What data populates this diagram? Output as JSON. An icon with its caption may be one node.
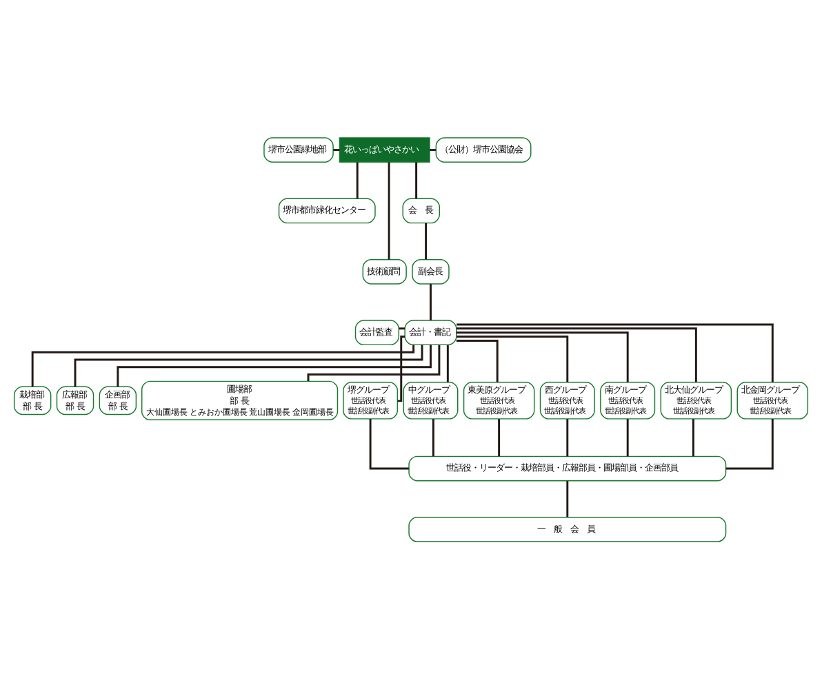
{
  "diagram": {
    "nodes": [
      {
        "text": [
          "堺市公園緑地部"
        ]
      },
      {
        "text": [
          "花いっぱいやさかい"
        ]
      },
      {
        "text": [
          "（公財）堺市公園協会"
        ]
      },
      {
        "text": [
          "堺市都市緑化センター"
        ]
      },
      {
        "text": [
          "技術顧問"
        ]
      },
      {
        "text": [
          "会　長"
        ]
      },
      {
        "text": [
          "副会長"
        ]
      },
      {
        "text": [
          "会計監査"
        ]
      },
      {
        "text": [
          "会計・書記"
        ]
      },
      {
        "text": [
          "栽培部",
          "部 長"
        ]
      },
      {
        "text": [
          "広報部",
          "部 長"
        ]
      },
      {
        "text": [
          "企画部",
          "部 長"
        ]
      },
      {
        "text": [
          "圃場部",
          "部 長",
          "大仙圃場長",
          "とみおか圃場長",
          "荒山圃場長",
          "金岡圃場長"
        ]
      },
      {
        "text": [
          "堺グループ",
          "世話役代表",
          "世話役副代表"
        ]
      },
      {
        "text": [
          "中グループ",
          "世話役代表",
          "世話役副代表"
        ]
      },
      {
        "text": [
          "東美原グループ",
          "世話役代表",
          "世話役副代表"
        ]
      },
      {
        "text": [
          "西グループ",
          "世話役代表",
          "世話役副代表"
        ]
      },
      {
        "text": [
          "南グループ",
          "世話役代表",
          "世話役副代表"
        ]
      },
      {
        "text": [
          "北大仙グループ",
          "世話役代表",
          "世話役副代表"
        ]
      },
      {
        "text": [
          "北金岡グループ",
          "世話役代表",
          "世話役副代表"
        ]
      },
      {
        "text": [
          "世話役・リーダー・栽培部員・広報部員・圃場部員・企画部員"
        ]
      },
      {
        "text": [
          "一　般　会　員"
        ]
      }
    ],
    "edges": [
      {
        "from": 0,
        "to": 1,
        "arrow": "none"
      },
      {
        "from": 1,
        "to": 2,
        "arrow": "none"
      },
      {
        "from": 1,
        "to": 3,
        "arrow": "none"
      },
      {
        "from": 1,
        "to": 4,
        "arrow": "none"
      },
      {
        "from": 1,
        "to": 5,
        "arrow": "none"
      },
      {
        "from": 5,
        "to": 6,
        "arrow": "none"
      },
      {
        "from": 6,
        "to": 8,
        "arrow": "none"
      },
      {
        "from": 7,
        "to": 8,
        "arrow": "none"
      },
      {
        "from": 8,
        "to": 9,
        "arrow": "none"
      },
      {
        "from": 8,
        "to": 10,
        "arrow": "none"
      },
      {
        "from": 8,
        "to": 11,
        "arrow": "none"
      },
      {
        "from": 8,
        "to": 12,
        "arrow": "none"
      },
      {
        "from": 8,
        "to": 13,
        "arrow": "none"
      },
      {
        "from": 8,
        "to": 14,
        "arrow": "none"
      },
      {
        "from": 8,
        "to": 15,
        "arrow": "none"
      },
      {
        "from": 8,
        "to": 16,
        "arrow": "none"
      },
      {
        "from": 8,
        "to": 17,
        "arrow": "none"
      },
      {
        "from": 8,
        "to": 18,
        "arrow": "none"
      },
      {
        "from": 8,
        "to": 19,
        "arrow": "none"
      },
      {
        "from": 13,
        "to": 20,
        "arrow": "none"
      },
      {
        "from": 14,
        "to": 20,
        "arrow": "none"
      },
      {
        "from": 15,
        "to": 20,
        "arrow": "none"
      },
      {
        "from": 16,
        "to": 20,
        "arrow": "none"
      },
      {
        "from": 17,
        "to": 20,
        "arrow": "none"
      },
      {
        "from": 18,
        "to": 20,
        "arrow": "none"
      },
      {
        "from": 19,
        "to": 20,
        "arrow": "none"
      },
      {
        "from": 20,
        "to": 21,
        "arrow": "none"
      }
    ]
  }
}
